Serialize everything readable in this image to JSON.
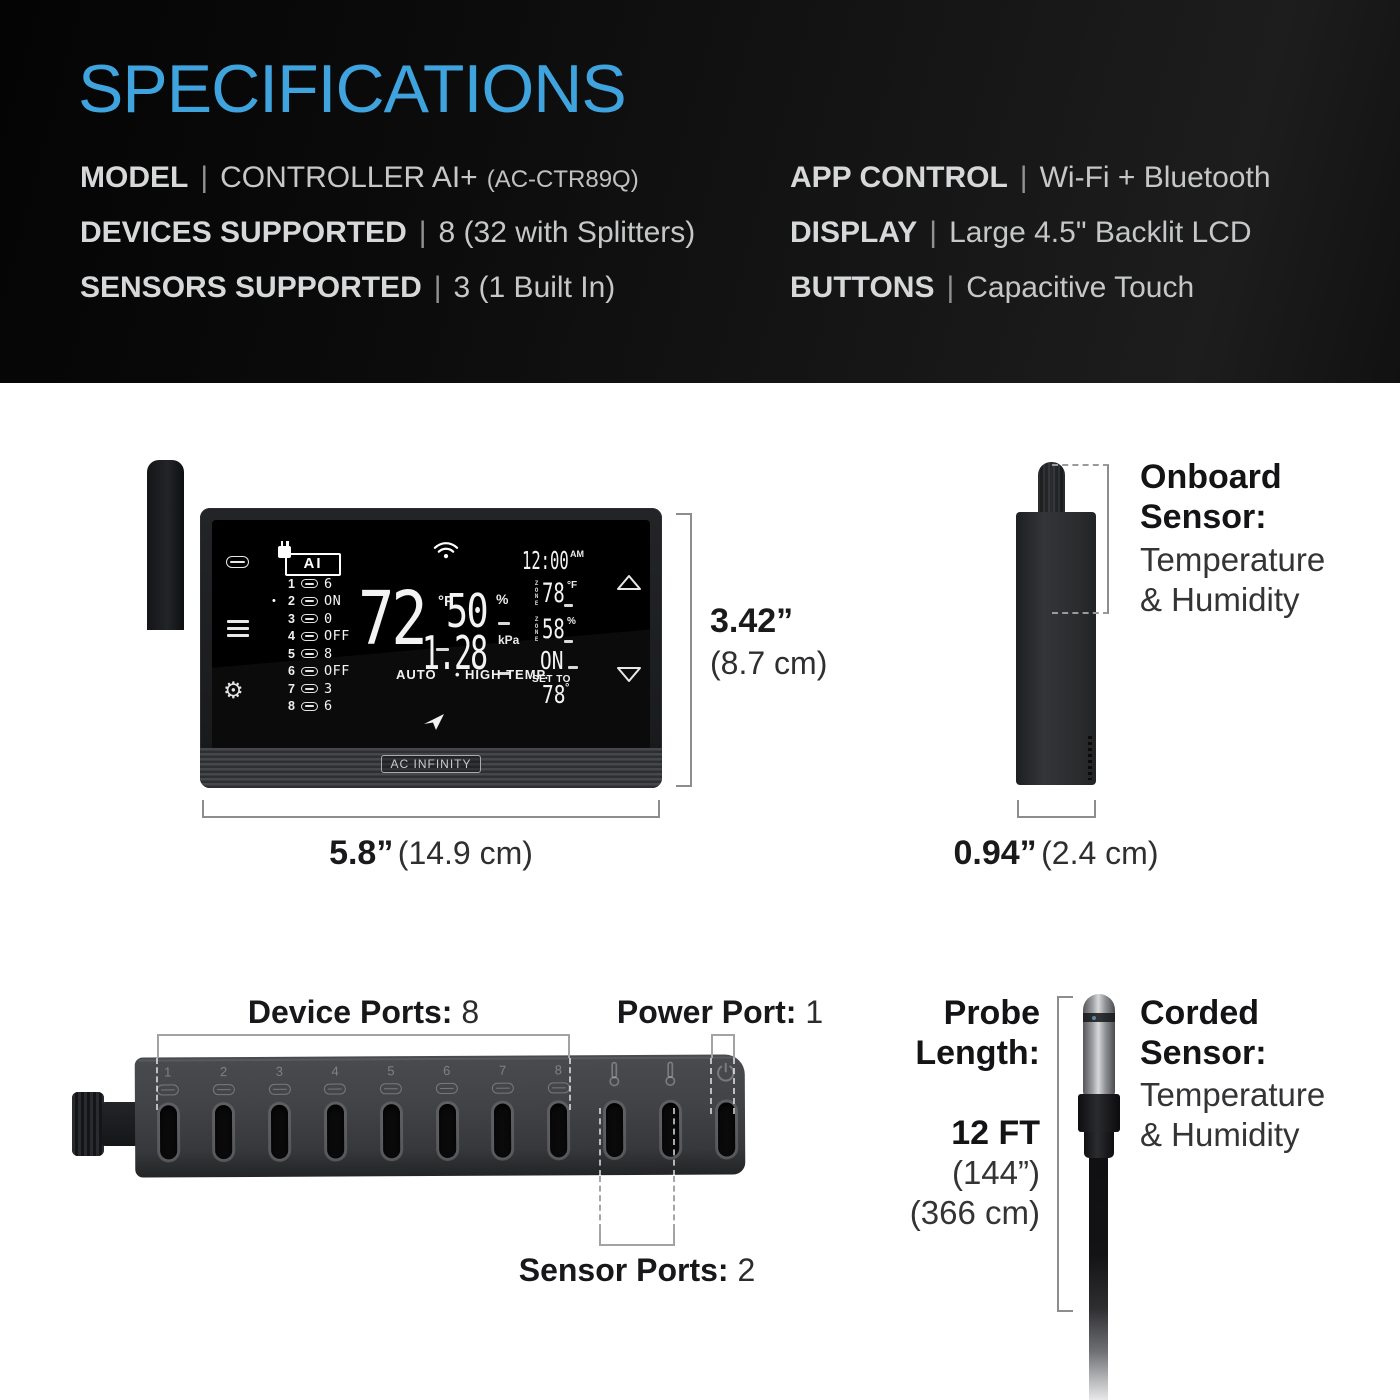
{
  "banner": {
    "title": "SPECIFICATIONS",
    "separator": "|",
    "left": [
      {
        "label": "MODEL",
        "value": "CONTROLLER AI+",
        "suffix": "(AC-CTR89Q)"
      },
      {
        "label": "DEVICES SUPPORTED",
        "value": "8 (32 with Splitters)",
        "suffix": ""
      },
      {
        "label": "SENSORS SUPPORTED",
        "value": "3 (1 Built In)",
        "suffix": ""
      }
    ],
    "right": [
      {
        "label": "APP CONTROL",
        "value": "Wi-Fi + Bluetooth",
        "suffix": ""
      },
      {
        "label": "DISPLAY",
        "value": "Large 4.5\" Backlit LCD",
        "suffix": ""
      },
      {
        "label": "BUTTONS",
        "value": "Capacitive Touch",
        "suffix": ""
      }
    ]
  },
  "front_view": {
    "screen": {
      "ai_logo": "AI",
      "channels": [
        {
          "num": "1",
          "value": "6",
          "active": false
        },
        {
          "num": "2",
          "value": "ON",
          "active": true
        },
        {
          "num": "3",
          "value": "0",
          "active": false
        },
        {
          "num": "4",
          "value": "OFF",
          "active": false
        },
        {
          "num": "5",
          "value": "8",
          "active": false
        },
        {
          "num": "6",
          "value": "OFF",
          "active": false
        },
        {
          "num": "7",
          "value": "3",
          "active": false
        },
        {
          "num": "8",
          "value": "6",
          "active": false
        }
      ],
      "temp": "72",
      "temp_unit": "°F",
      "humidity": "50",
      "humidity_unit": "%",
      "vpd": "1.28",
      "vpd_unit": "kPa",
      "mode": "AUTO",
      "alert": "HIGH TEMP.",
      "clock": "12:00",
      "clock_meridiem": "AM",
      "zone_label": "ZONE",
      "zone_temp": "78",
      "zone_temp_unit": "°F",
      "zone_humidity": "58",
      "zone_humidity_unit": "%",
      "output_state": "ON",
      "set_to_label": "SET TO",
      "set_to_value": "78",
      "set_to_unit": "°"
    },
    "badge": "AC INFINITY",
    "height_in": "3.42”",
    "height_cm": "(8.7 cm)",
    "width_in": "5.8”",
    "width_cm": "(14.9 cm)"
  },
  "side_view": {
    "label_line1": "Onboard",
    "label_line2": "Sensor:",
    "label_line3": "Temperature",
    "label_line4": "& Humidity",
    "width_in": "0.94”",
    "width_cm": "(2.4 cm)"
  },
  "ports": {
    "device_label": "Device Ports:",
    "device_value": "8",
    "power_label": "Power Port:",
    "power_value": "1",
    "sensor_label": "Sensor Ports:",
    "sensor_value": "2",
    "numbers": [
      "1",
      "2",
      "3",
      "4",
      "5",
      "6",
      "7",
      "8"
    ]
  },
  "probe": {
    "label_line1": "Probe",
    "label_line2": "Length:",
    "length_ft": "12 FT",
    "length_in": "(144”)",
    "length_cm": "(366 cm)",
    "sensor_line1": "Corded",
    "sensor_line2": "Sensor:",
    "sensor_line3": "Temperature",
    "sensor_line4": "& Humidity"
  },
  "icons": {
    "gear": "⚙",
    "bullet": "•"
  },
  "colors": {
    "accent_blue": "#3FA3DD",
    "banner_text": "#c5c7c8",
    "device_dark": "#1b1c1e"
  }
}
